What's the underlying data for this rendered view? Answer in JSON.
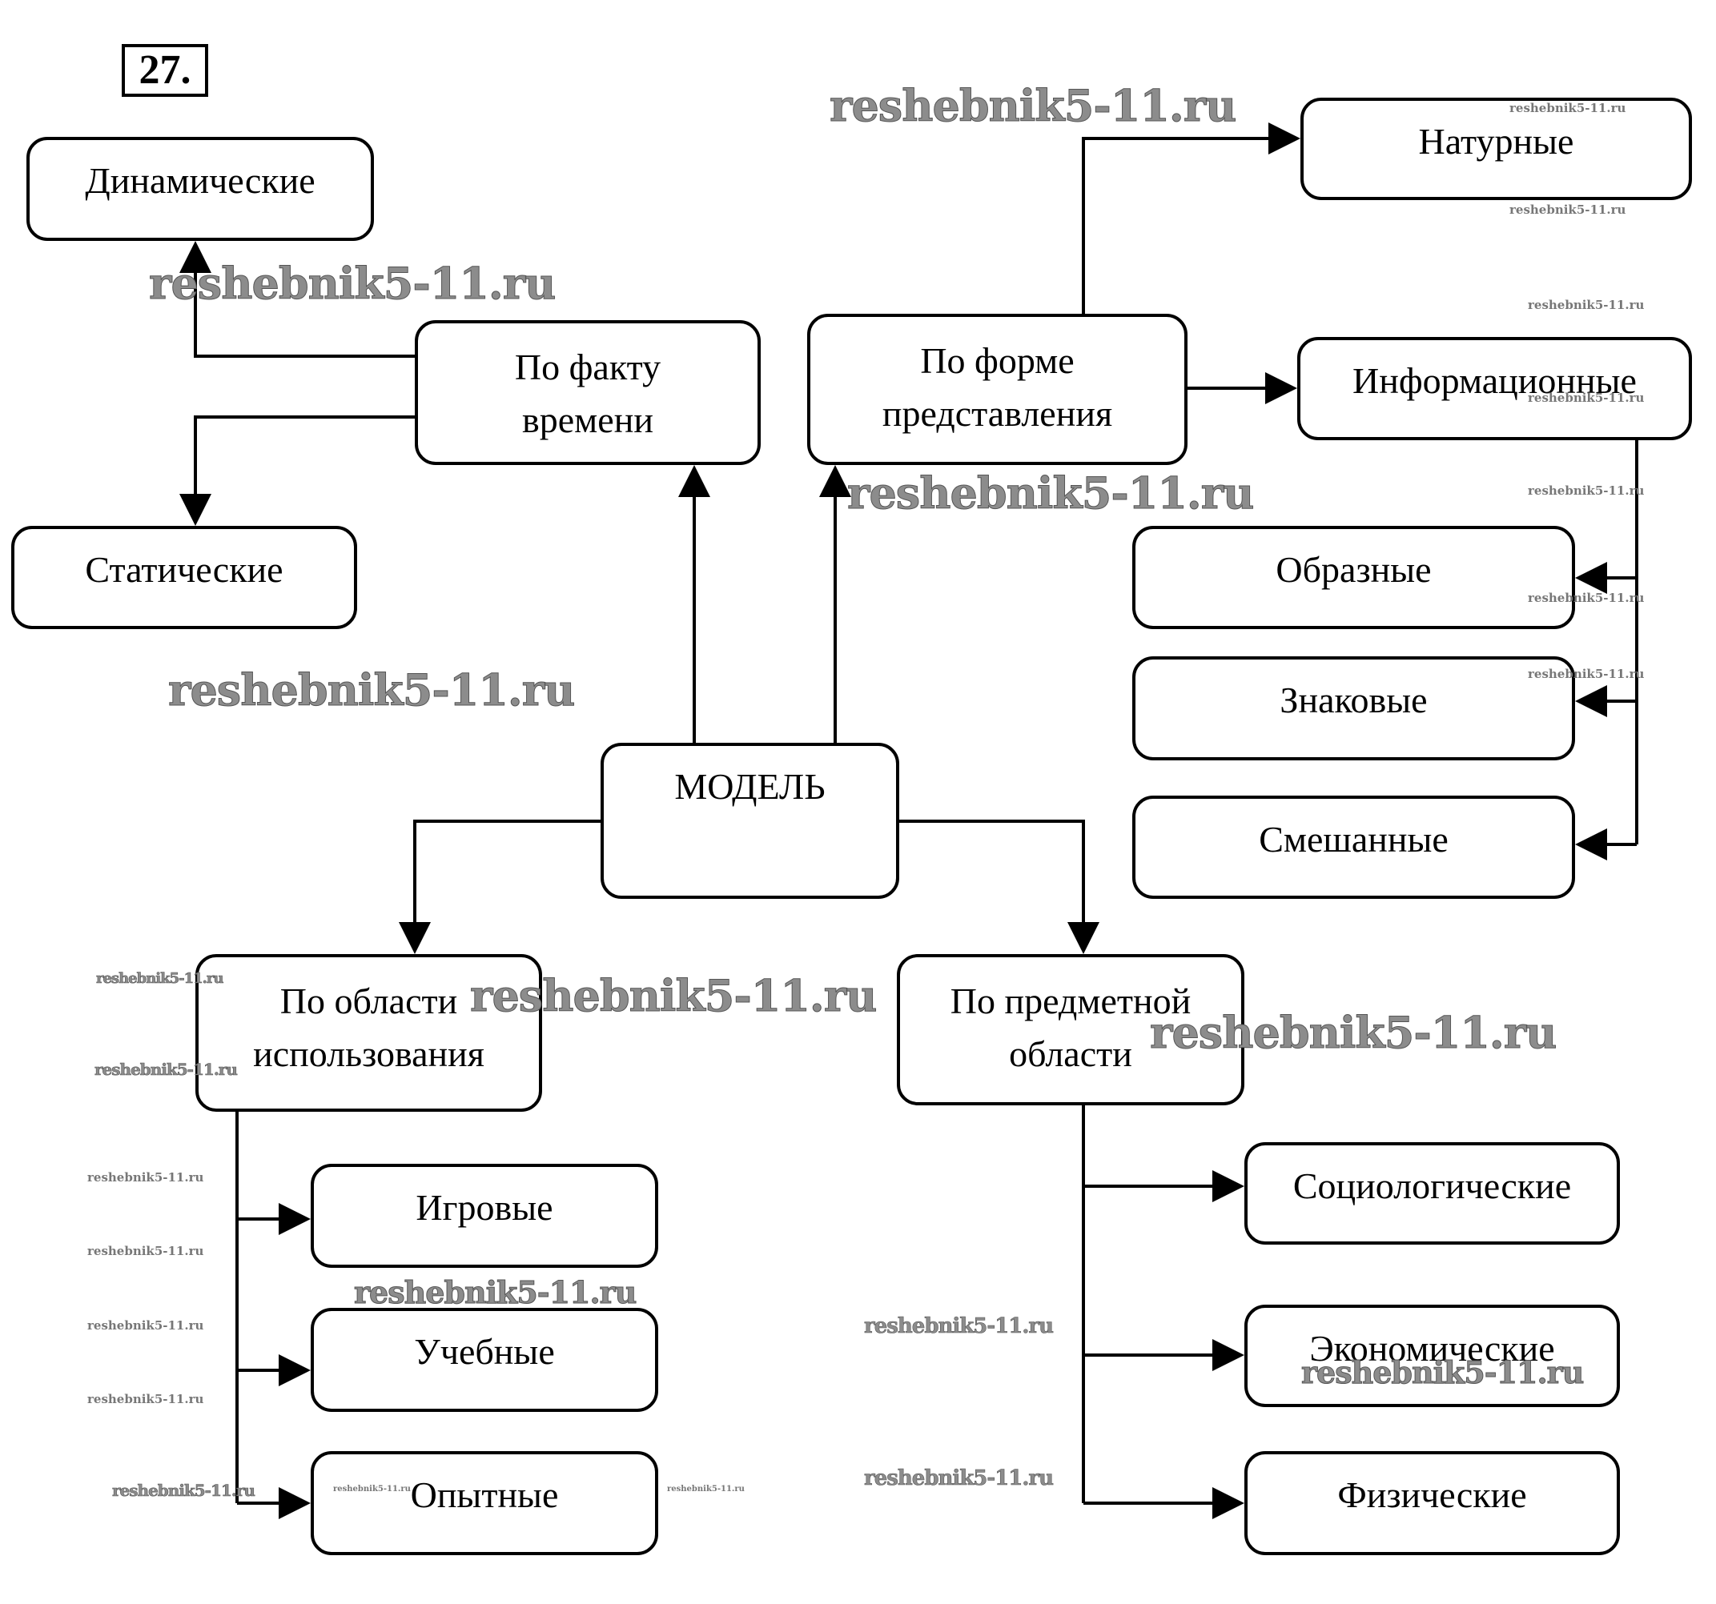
{
  "task_number": "27.",
  "root": {
    "label": "МОДЕЛЬ"
  },
  "categories": {
    "time": {
      "label": "По факту\nвремени",
      "children": [
        "Динамические",
        "Статические"
      ]
    },
    "form": {
      "label": "По форме\nпредставления",
      "children": [
        "Натурные",
        "Информационные"
      ]
    },
    "info_subtypes": {
      "children": [
        "Образные",
        "Знаковые",
        "Смешанные"
      ]
    },
    "usage": {
      "label": "По области\nиспользования",
      "children": [
        "Игровые",
        "Учебные",
        "Опытные"
      ]
    },
    "subject": {
      "label": "По предметной\nобласти",
      "children": [
        "Социологические",
        "Экономические",
        "Физические"
      ]
    }
  },
  "watermark": "reshebnik5-11.ru"
}
